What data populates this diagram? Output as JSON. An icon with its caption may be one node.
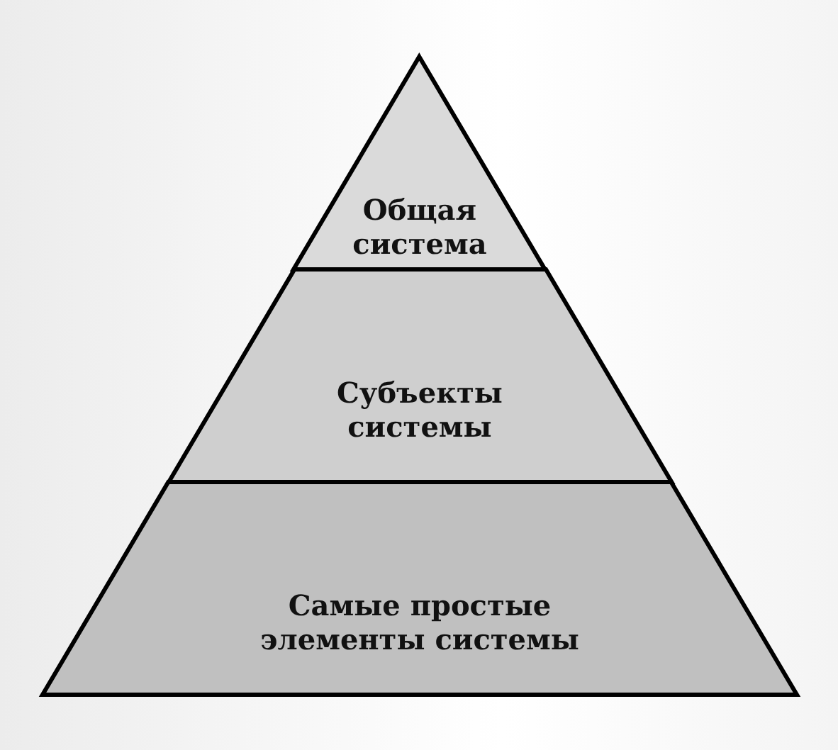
{
  "diagram": {
    "nodes": [
      {
        "text": [
          "Общая система"
        ]
      },
      {
        "text": [
          "Субъекты системы"
        ]
      },
      {
        "text": [
          "Самые простые элементы системы"
        ]
      }
    ],
    "edges": []
  }
}
